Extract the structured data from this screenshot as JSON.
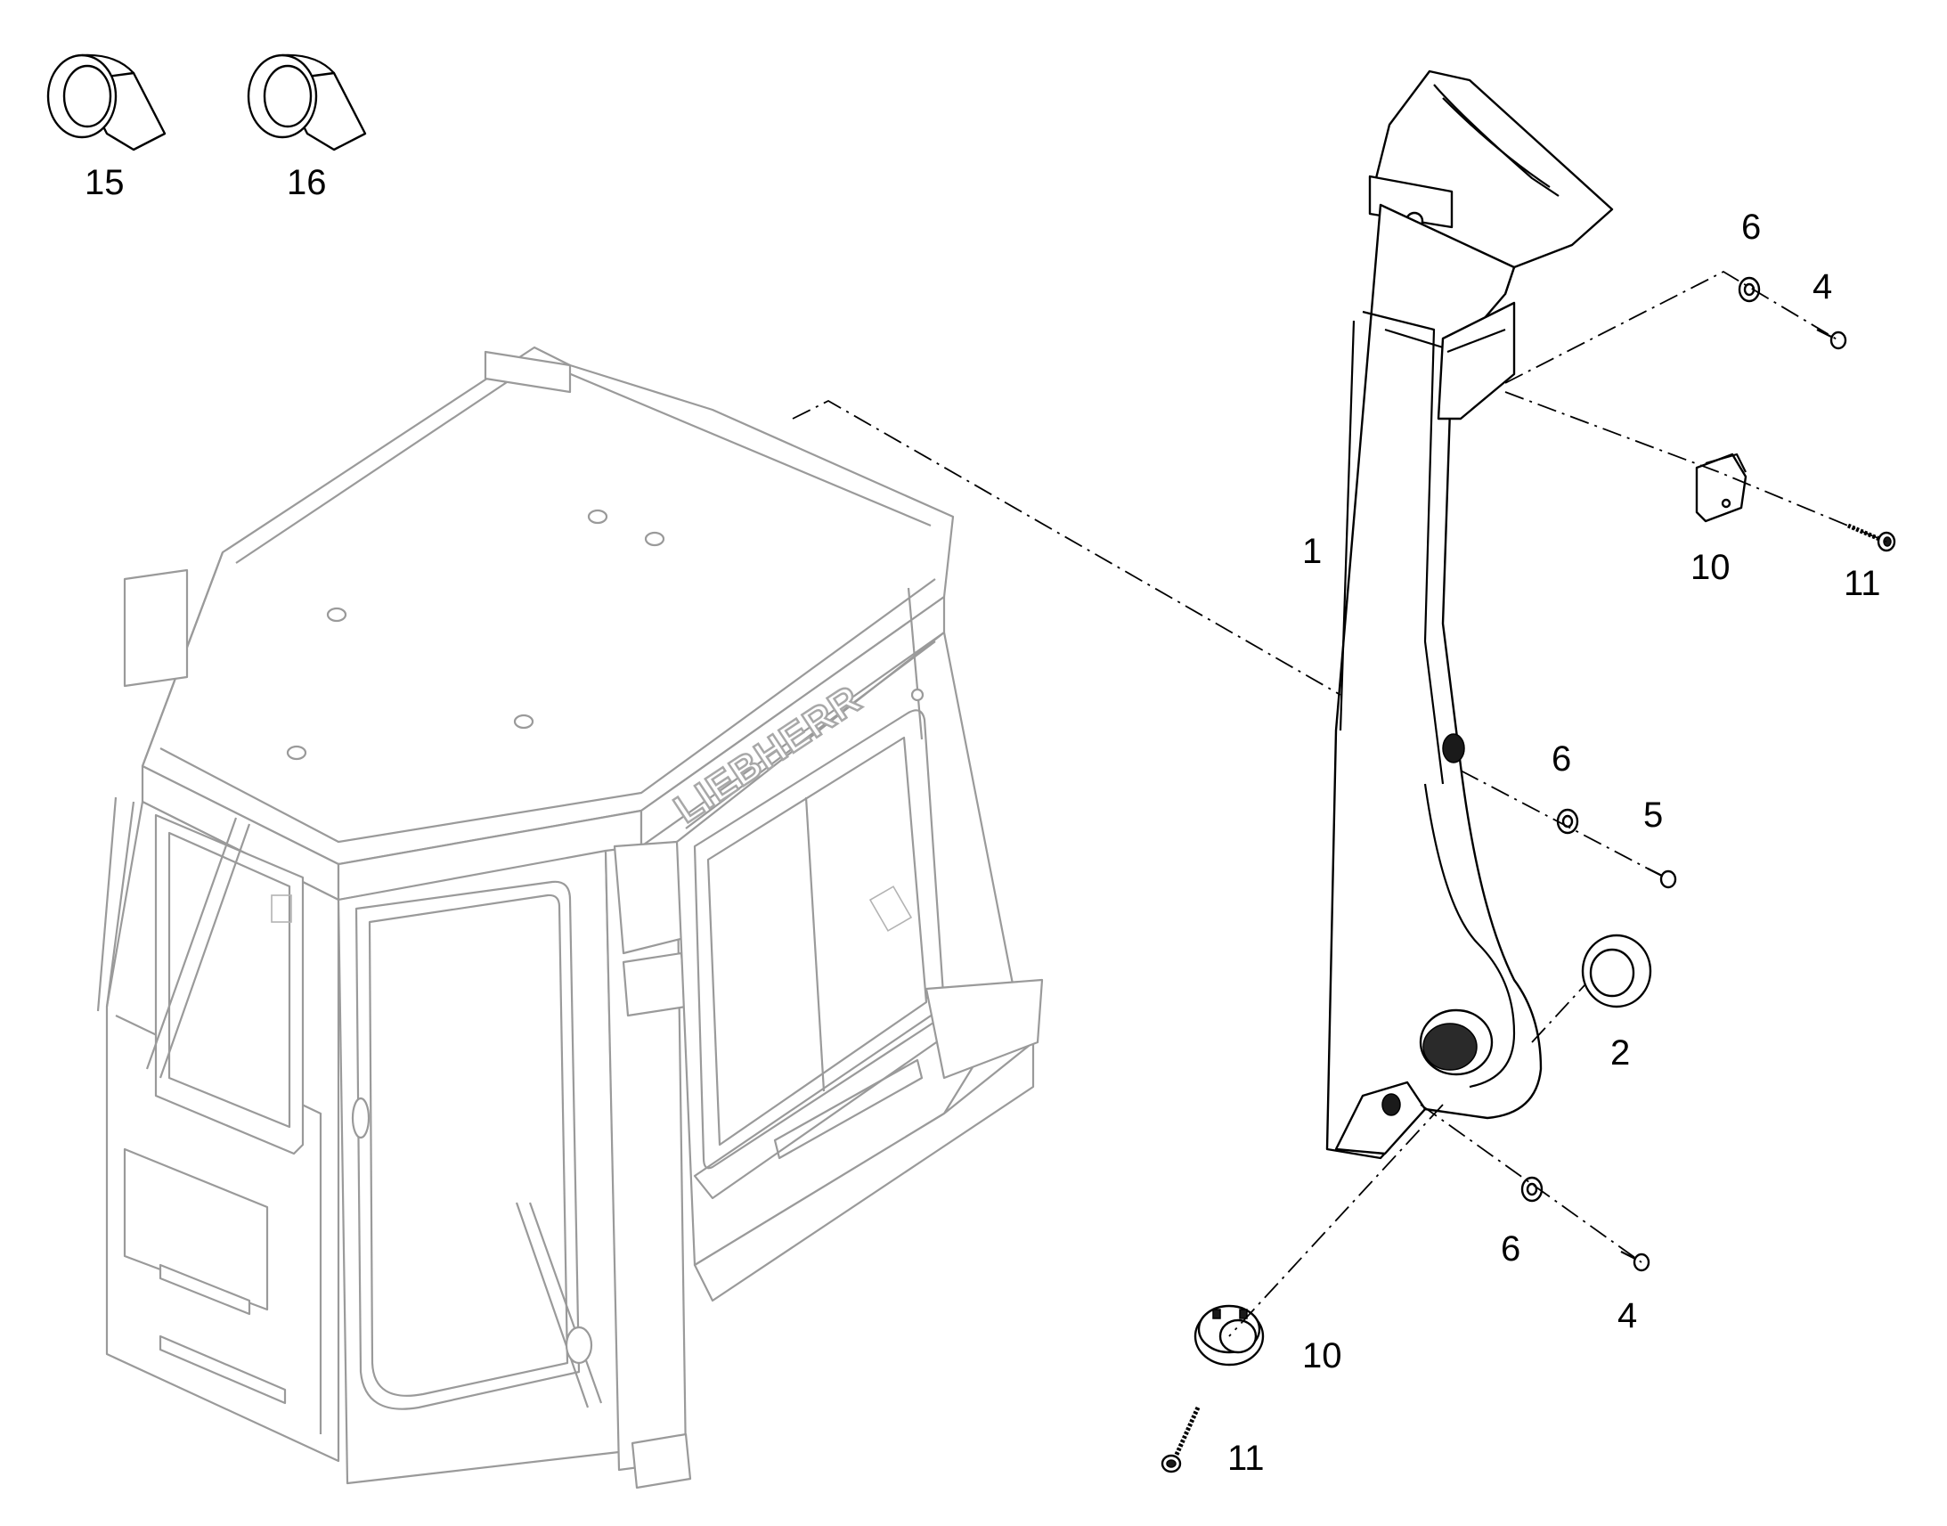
{
  "brand_logo": "LIEBHERR",
  "callouts": [
    {
      "id": "c15",
      "text": "15"
    },
    {
      "id": "c16",
      "text": "16"
    },
    {
      "id": "c6a",
      "text": "6"
    },
    {
      "id": "c4a",
      "text": "4"
    },
    {
      "id": "c1",
      "text": "1"
    },
    {
      "id": "c10a",
      "text": "10"
    },
    {
      "id": "c11a",
      "text": "11"
    },
    {
      "id": "c6b",
      "text": "6"
    },
    {
      "id": "c5",
      "text": "5"
    },
    {
      "id": "c2",
      "text": "2"
    },
    {
      "id": "c6c",
      "text": "6"
    },
    {
      "id": "c4b",
      "text": "4"
    },
    {
      "id": "c10b",
      "text": "10"
    },
    {
      "id": "c11b",
      "text": "11"
    }
  ]
}
